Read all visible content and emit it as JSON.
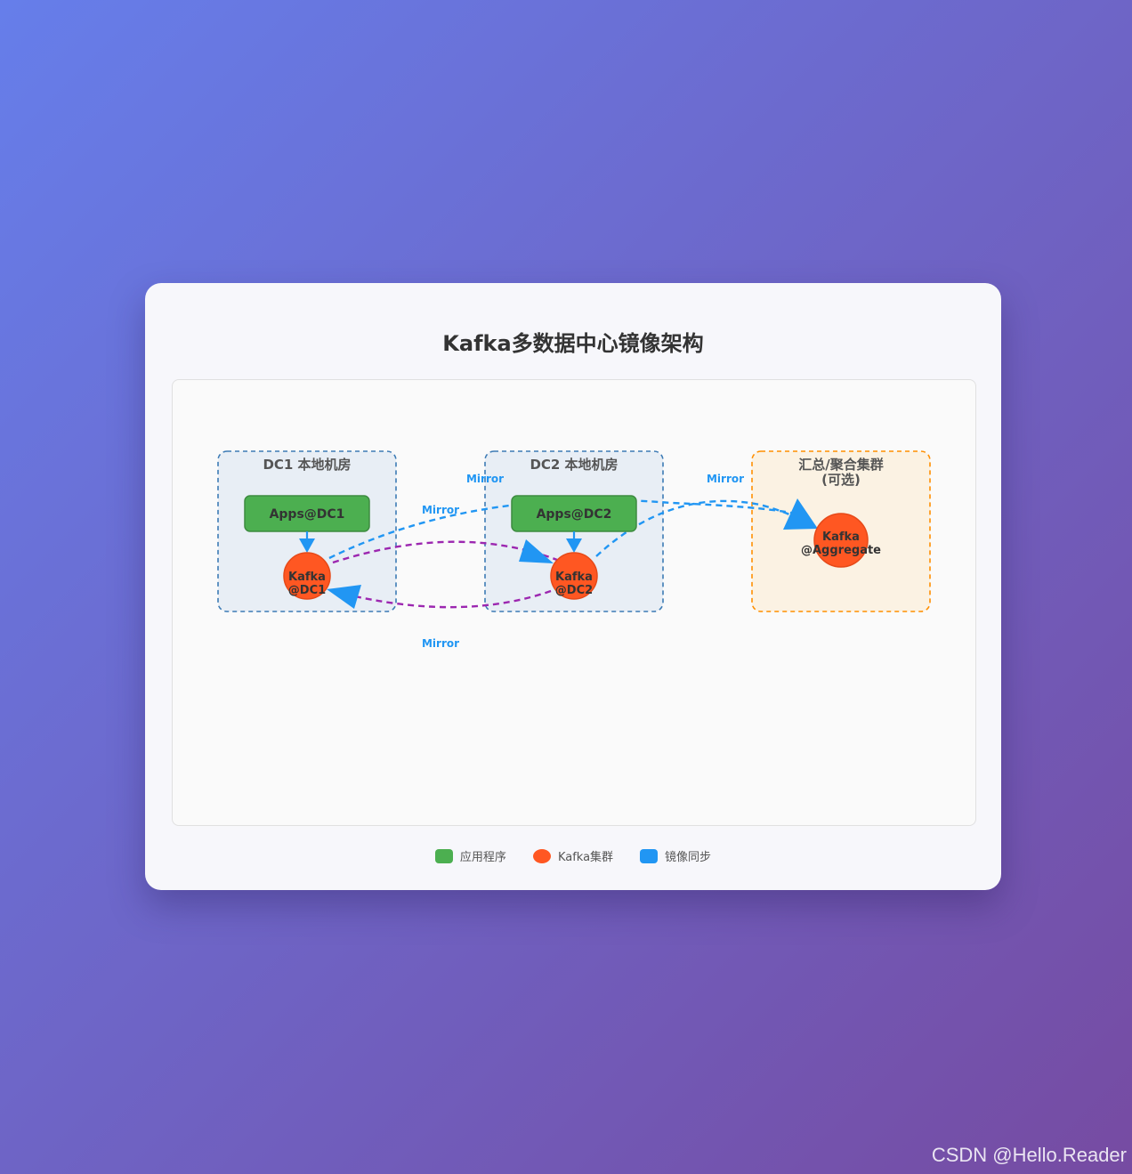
{
  "title": "Kafka多数据中心镜像架构",
  "colors": {
    "app": "#4caf50",
    "kafka": "#ff5722",
    "mirror": "#2196f3",
    "mirror_dc": "#9c27b0",
    "dc_fill": "#e8eef5",
    "dc_border": "#3d7bb5",
    "agg_fill": "#fbf2e3",
    "agg_border": "#ff8f00"
  },
  "diagram": {
    "dc1": {
      "label": "DC1 本地机房",
      "app": "Apps@DC1",
      "kafka_line1": "Kafka",
      "kafka_line2": "@DC1"
    },
    "dc2": {
      "label": "DC2 本地机房",
      "app": "Apps@DC2",
      "kafka_line1": "Kafka",
      "kafka_line2": "@DC2"
    },
    "aggregate": {
      "label_line1": "汇总/聚合集群",
      "label_line2": "(可选)",
      "kafka_line1": "Kafka",
      "kafka_line2": "@Aggregate"
    },
    "mirror_labels": {
      "dc1_to_dc2": "Mirror",
      "dc2_to_dc1": "Mirror",
      "dc1_to_agg": "Mirror",
      "dc2_to_agg": "Mirror"
    }
  },
  "legend": [
    {
      "label": "应用程序",
      "shape": "rect",
      "color": "#4caf50"
    },
    {
      "label": "Kafka集群",
      "shape": "circle",
      "color": "#ff5722"
    },
    {
      "label": "镜像同步",
      "shape": "rect",
      "color": "#2196f3"
    }
  ],
  "watermark": "CSDN @Hello.Reader"
}
